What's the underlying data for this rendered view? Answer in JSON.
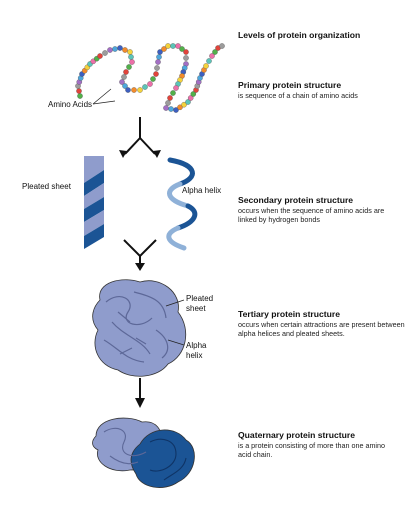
{
  "header": {
    "title": "Levels of protein organization"
  },
  "levels": [
    {
      "heading": "Primary protein structure",
      "description": "is sequence of a chain of amino acids"
    },
    {
      "heading": "Secondary protein structure",
      "description": "occurs when the sequence of amino acids are linked by hydrogen bonds"
    },
    {
      "heading": "Tertiary protein structure",
      "description": "occurs when certain attractions are present between alpha helices and pleated sheets."
    },
    {
      "heading": "Quaternary protein structure",
      "description": "is a protein consisting of more than one amino acid chain."
    }
  ],
  "labels": {
    "amino_acids": "Amino Acids",
    "pleated_sheet": "Pleated sheet",
    "alpha_helix": "Alpha helix",
    "tertiary_pleated": "Pleated sheet",
    "tertiary_alpha": "Alpha helix"
  },
  "colors": {
    "light_protein": "#8f9ccc",
    "dark_protein": "#1b5495",
    "outline": "#333333",
    "bead_palette": [
      "#e2443b",
      "#4ea6dc",
      "#f4d23c",
      "#52b04a",
      "#a36fc4",
      "#f38b2b",
      "#ec6fa8",
      "#9c9c9c",
      "#3d5fc0",
      "#5bc4b8"
    ]
  }
}
